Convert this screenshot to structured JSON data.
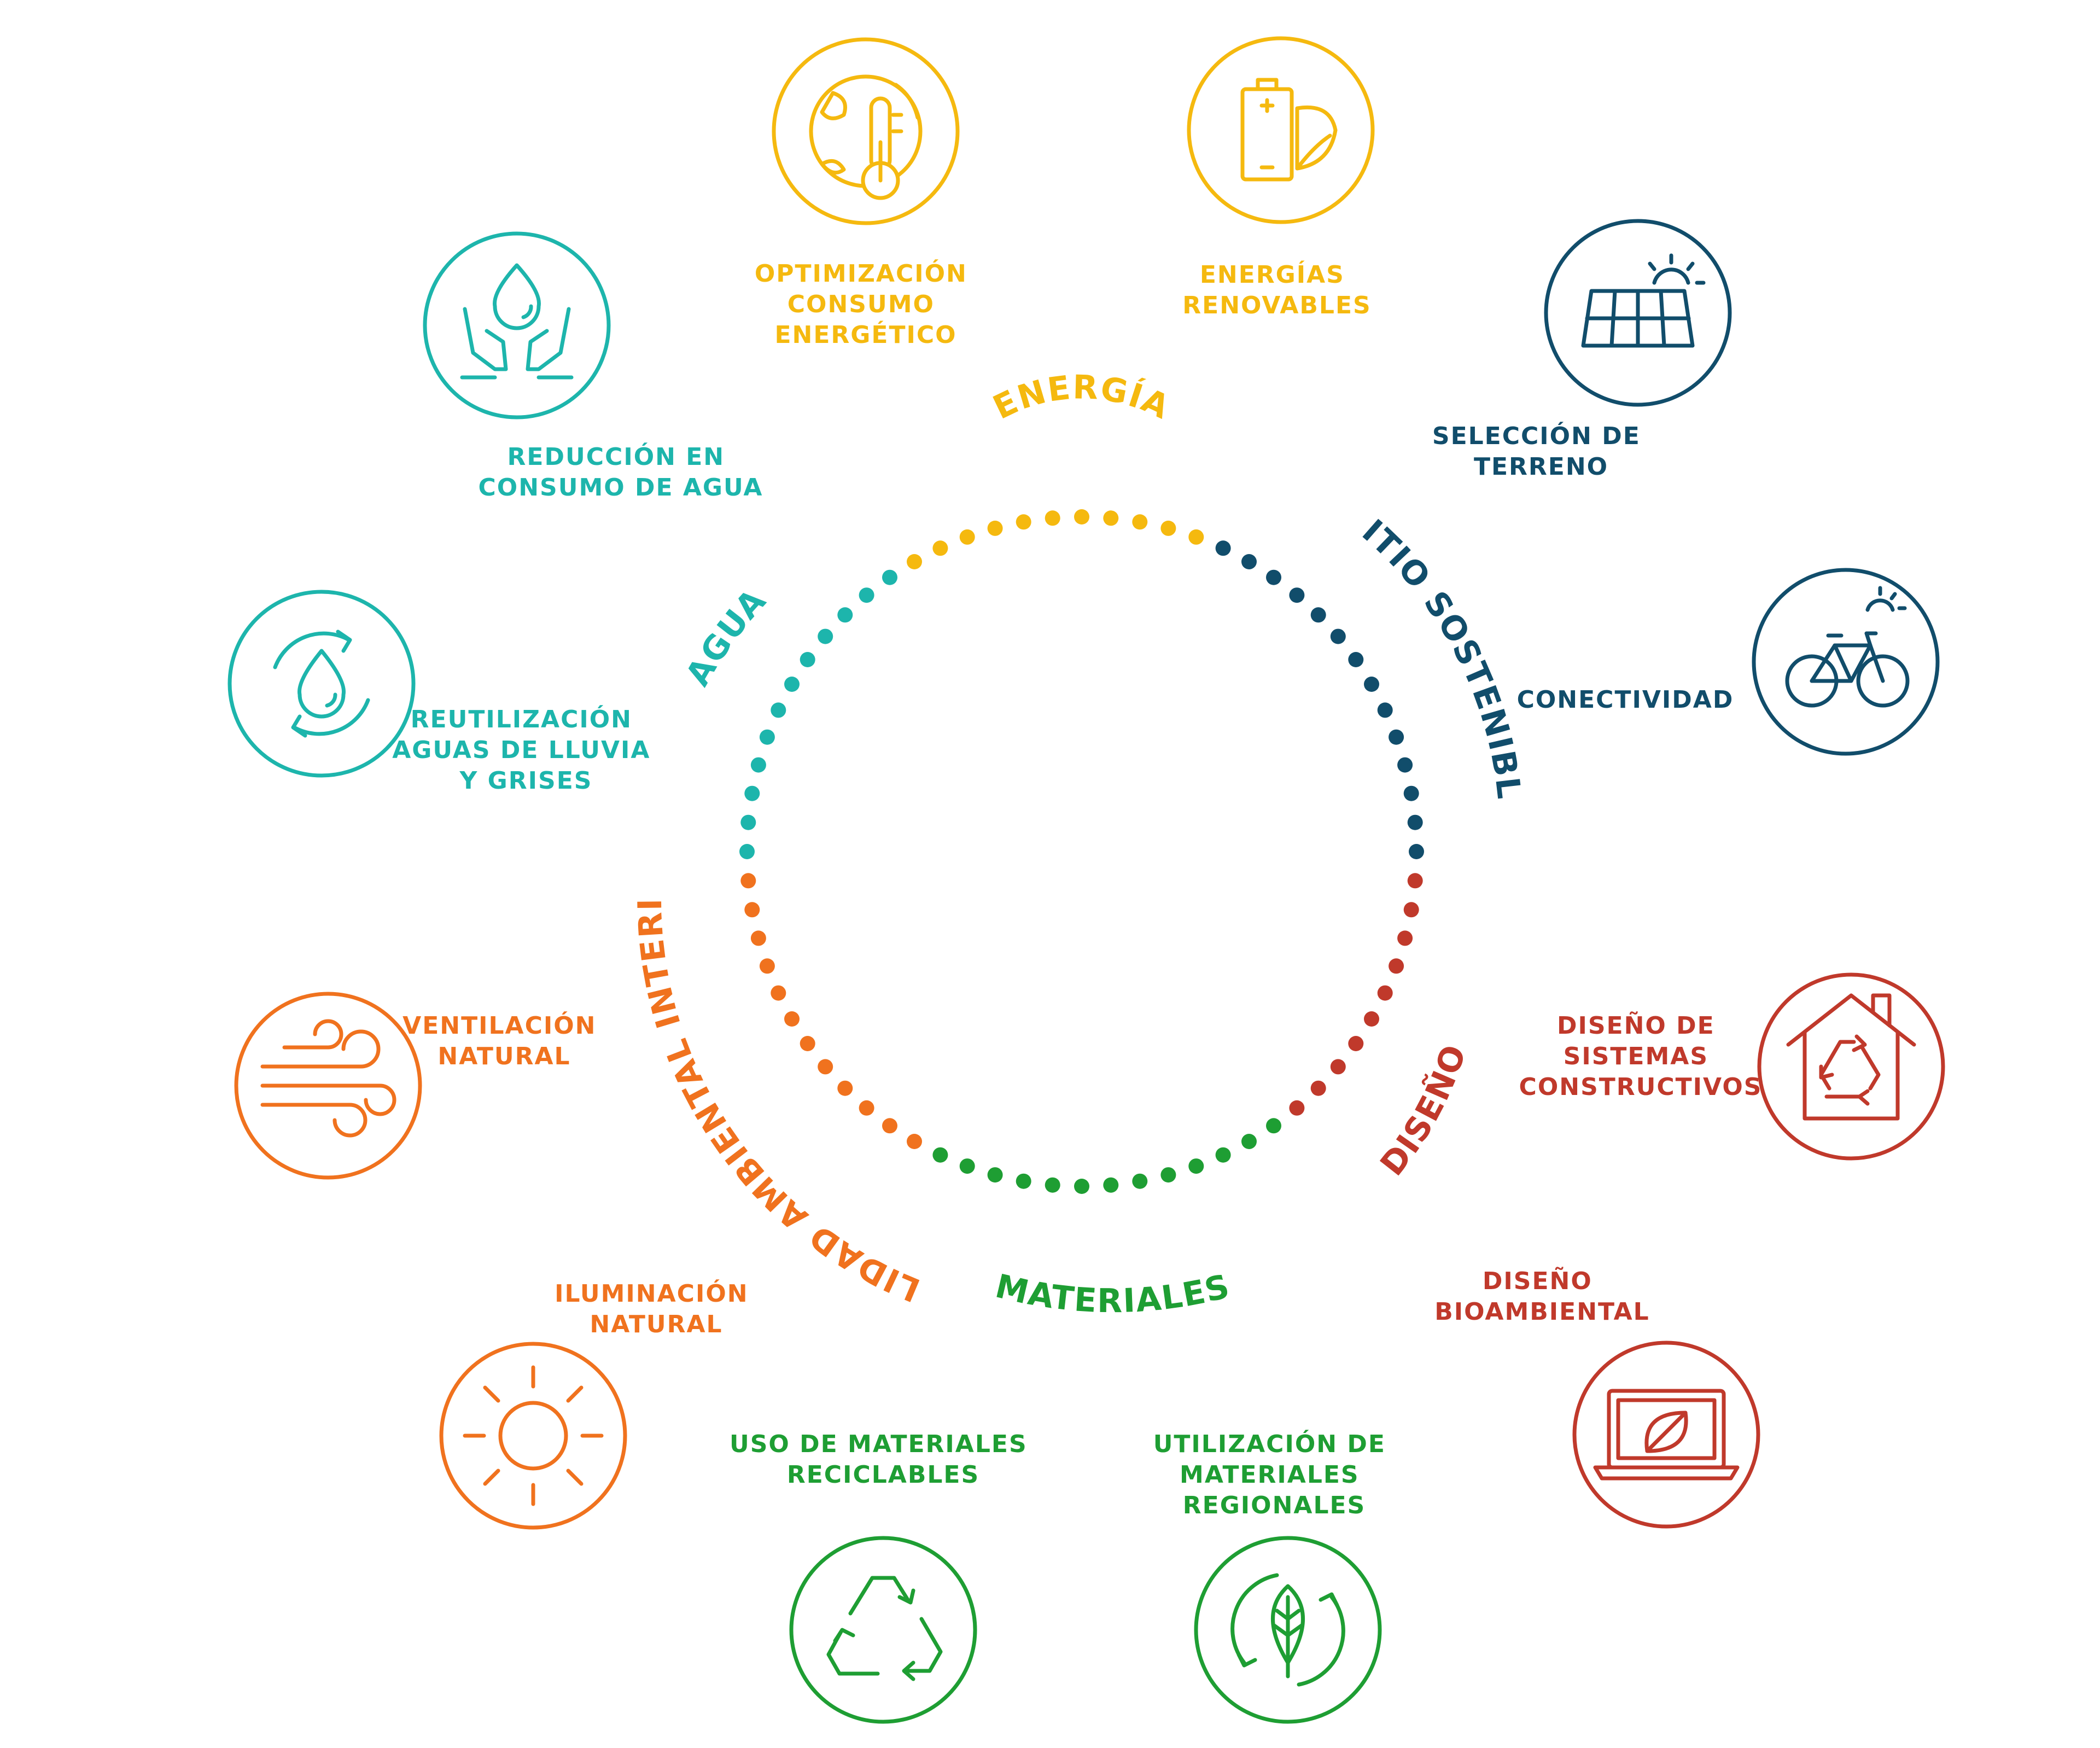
{
  "categories": {
    "energia": {
      "label": "ENERGÍA"
    },
    "sitio": {
      "label": "SITIO SOSTENIBLE"
    },
    "diseno": {
      "label": "DISEÑO"
    },
    "materiales": {
      "label": "MATERIALES"
    },
    "calidad": {
      "label": "CALIDAD AMBIENTAL INTERIOR"
    },
    "agua": {
      "label": "AGUA"
    }
  },
  "items": {
    "optimizacion": {
      "lines": [
        "OPTIMIZACIÓN",
        "CONSUMO",
        "ENERGÉTICO"
      ]
    },
    "energias": {
      "lines": [
        "ENERGÍAS",
        "RENOVABLES"
      ]
    },
    "seleccion": {
      "lines": [
        "SELECCIÓN DE",
        "TERRENO"
      ]
    },
    "conectividad": {
      "lines": [
        "CONECTIVIDAD"
      ]
    },
    "sistemas": {
      "lines": [
        "DISEÑO DE",
        "SISTEMAS",
        "CONSTRUCTIVOS"
      ]
    },
    "bioambiental": {
      "lines": [
        "DISEÑO",
        "BIOAMBIENTAL"
      ]
    },
    "regionales": {
      "lines": [
        "UTILIZACIÓN DE",
        "MATERIALES",
        "REGIONALES"
      ]
    },
    "reciclables": {
      "lines": [
        "USO DE MATERIALES",
        "RECICLABLES"
      ]
    },
    "iluminacion": {
      "lines": [
        "ILUMINACIÓN",
        "NATURAL"
      ]
    },
    "ventilacion": {
      "lines": [
        "VENTILACIÓN",
        "NATURAL"
      ]
    },
    "reutilizacion": {
      "lines": [
        "REUTILIZACIÓN",
        "AGUAS DE LLUVIA",
        "Y GRISES"
      ]
    },
    "reduccion": {
      "lines": [
        "REDUCCIÓN EN",
        "CONSUMO DE AGUA"
      ]
    }
  },
  "colors": {
    "energia": "#F5B90F",
    "sitio": "#114D6B",
    "diseno": "#C0392B",
    "materiales": "#1E9E33",
    "calidad": "#F0721E",
    "agua": "#1DB5AC"
  },
  "icons": {
    "optimizacion": "globe-thermometer-icon",
    "energias": "battery-leaf-icon",
    "seleccion": "solar-panel-icon",
    "conectividad": "bicycle-icon",
    "sistemas": "house-recycle-icon",
    "bioambiental": "laptop-leaf-icon",
    "regionales": "leaf-cycle-icon",
    "reciclables": "recycle-icon",
    "iluminacion": "sun-icon",
    "ventilacion": "wind-icon",
    "reutilizacion": "water-cycle-icon",
    "reduccion": "hands-water-icon"
  }
}
